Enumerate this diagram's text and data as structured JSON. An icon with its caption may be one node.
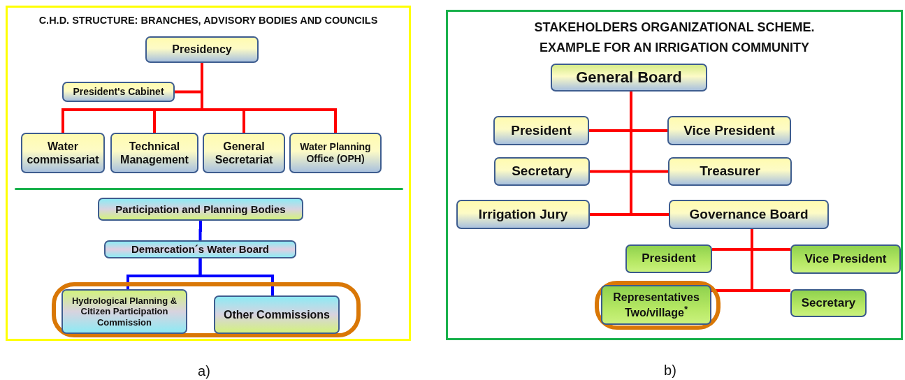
{
  "diagram": {
    "nodes": [
      {
        "text": [
          "C.H.D. STRUCTURE: BRANCHES, ADVISORY BODIES AND COUNCILS"
        ],
        "beside": [
          "a)"
        ]
      },
      {
        "text": [
          "Presidency"
        ],
        "in": 0
      },
      {
        "text": [
          "President's Cabinet"
        ],
        "in": 0
      },
      {
        "text": [
          "Water commissariat"
        ],
        "in": 0
      },
      {
        "text": [
          "Technical Management"
        ],
        "in": 0
      },
      {
        "text": [
          "General Secretariat"
        ],
        "in": 0
      },
      {
        "text": [
          "Water Planning Office (OPH)"
        ],
        "in": 0
      },
      {
        "text": [
          "Participation and Planning Bodies"
        ],
        "in": 0
      },
      {
        "text": [
          "Demarcation´s Water Board"
        ],
        "in": 0
      },
      {
        "text": [],
        "shape": "box",
        "in": 0
      },
      {
        "text": [
          "Hydrological Planning & Citizen Participation Commission"
        ],
        "in": 9
      },
      {
        "text": [
          "Other Commissions"
        ],
        "in": 9
      },
      {
        "text": [
          "STAKEHOLDERS ORGANIZATIONAL SCHEME. EXAMPLE FOR AN IRRIGATION COMMUNITY"
        ],
        "beside": [
          "b)"
        ]
      },
      {
        "text": [
          "General Board"
        ],
        "in": 12
      },
      {
        "text": [
          "President"
        ],
        "in": 12
      },
      {
        "text": [
          "Vice President"
        ],
        "in": 12
      },
      {
        "text": [
          "Secretary"
        ],
        "in": 12
      },
      {
        "text": [
          "Treasurer"
        ],
        "in": 12
      },
      {
        "text": [
          "Irrigation Jury"
        ],
        "in": 12
      },
      {
        "text": [
          "Governance Board"
        ],
        "in": 12
      },
      {
        "text": [
          "President"
        ],
        "in": 12
      },
      {
        "text": [
          "Vice President"
        ],
        "in": 12
      },
      {
        "text": [],
        "shape": "box",
        "in": 12
      },
      {
        "text": [
          "Representatives Two/village$^{*}$"
        ],
        "in": 22
      },
      {
        "text": [
          "Secretary"
        ],
        "in": 12
      }
    ],
    "edges": [
      {
        "from": 1,
        "to": 2,
        "arrow": "none"
      },
      {
        "from": 1,
        "to": 3,
        "arrow": "none"
      },
      {
        "from": 1,
        "to": 4,
        "arrow": "none"
      },
      {
        "from": 1,
        "to": 5,
        "arrow": "none"
      },
      {
        "from": 1,
        "to": 6,
        "arrow": "none"
      },
      {
        "from": 7,
        "to": 8,
        "arrow": "none",
        "color": "#0000ff"
      },
      {
        "from": 8,
        "to": 10,
        "arrow": "none",
        "color": "#0000ff"
      },
      {
        "from": 8,
        "to": 11,
        "arrow": "none",
        "color": "#0000ff"
      },
      {
        "from": 13,
        "to": 14,
        "arrow": "none"
      },
      {
        "from": 13,
        "to": 15,
        "arrow": "none"
      },
      {
        "from": 13,
        "to": 16,
        "arrow": "none"
      },
      {
        "from": 13,
        "to": 17,
        "arrow": "none"
      },
      {
        "from": 13,
        "to": 18,
        "arrow": "none"
      },
      {
        "from": 13,
        "to": 19,
        "arrow": "none"
      },
      {
        "from": 19,
        "to": 20,
        "arrow": "none"
      },
      {
        "from": 19,
        "to": 21,
        "arrow": "none"
      },
      {
        "from": 19,
        "to": 23,
        "arrow": "none"
      },
      {
        "from": 19,
        "to": 24,
        "arrow": "none"
      }
    ]
  }
}
